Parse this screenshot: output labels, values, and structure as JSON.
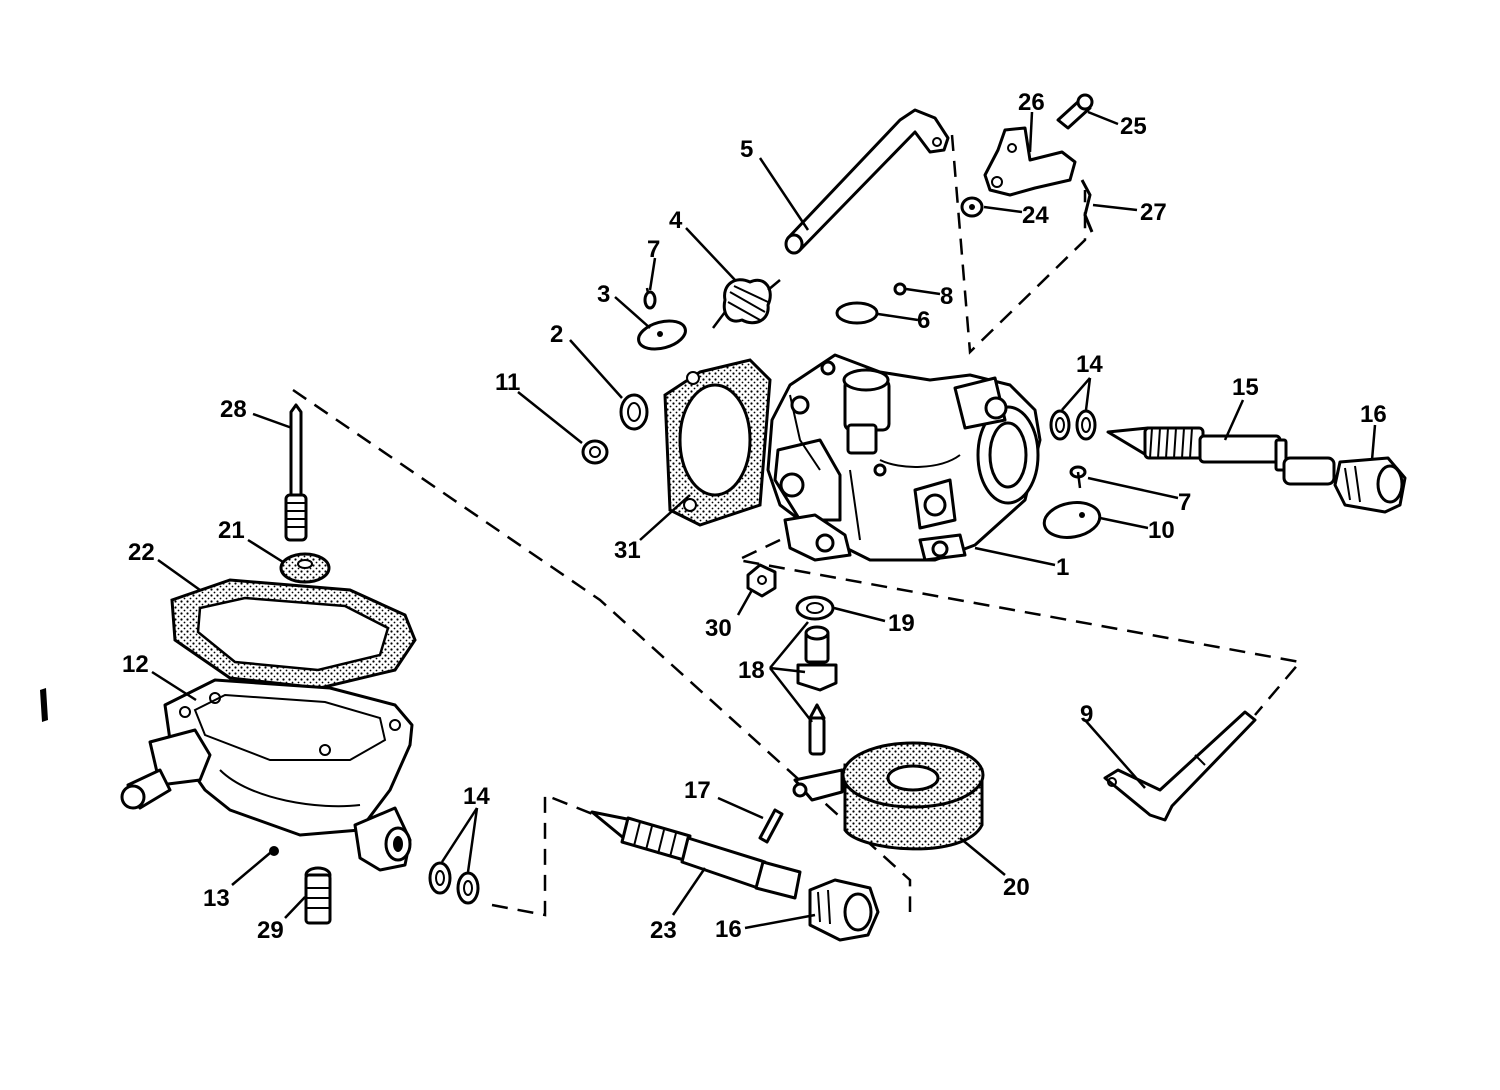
{
  "diagram": {
    "callouts": [
      "1",
      "2",
      "3",
      "4",
      "5",
      "6",
      "7",
      "8",
      "9",
      "10",
      "11",
      "12",
      "13",
      "14",
      "15",
      "16",
      "17",
      "18",
      "19",
      "20",
      "21",
      "22",
      "23",
      "24",
      "25",
      "26",
      "27",
      "28",
      "29",
      "30",
      "31"
    ],
    "labels": {
      "l1": "1",
      "l2": "2",
      "l3": "3",
      "l4": "4",
      "l5": "5",
      "l6": "6",
      "l7a": "7",
      "l7b": "7",
      "l8": "8",
      "l9": "9",
      "l10": "10",
      "l11": "11",
      "l12": "12",
      "l13": "13",
      "l14a": "14",
      "l14b": "14",
      "l15": "15",
      "l16a": "16",
      "l16b": "16",
      "l17": "17",
      "l18": "18",
      "l19": "19",
      "l20": "20",
      "l21": "21",
      "l22": "22",
      "l23": "23",
      "l24": "24",
      "l25": "25",
      "l26": "26",
      "l27": "27",
      "l28": "28",
      "l29": "29",
      "l30": "30",
      "l31": "31"
    }
  }
}
